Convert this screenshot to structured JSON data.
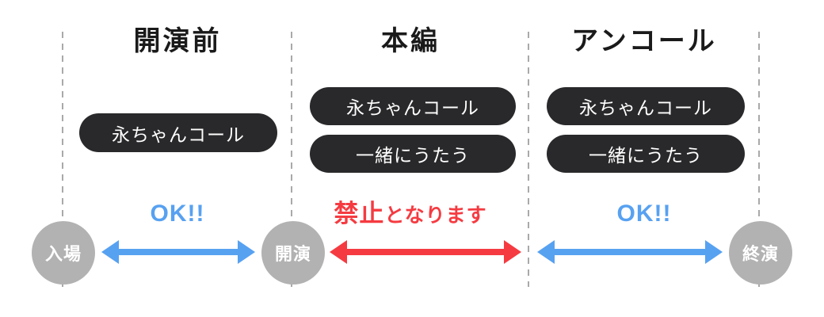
{
  "diagram": {
    "sections": [
      {
        "title": "開演前",
        "badges": [
          "永ちゃんコール"
        ],
        "status": "OK!!"
      },
      {
        "title": "本編",
        "badges": [
          "永ちゃんコール",
          "一緒にうたう"
        ],
        "status_strong": "禁止",
        "status_suffix": "となります"
      },
      {
        "title": "アンコール",
        "badges": [
          "永ちゃんコール",
          "一緒にうたう"
        ],
        "status": "OK!!"
      }
    ],
    "timeline_nodes": [
      {
        "label": "入場"
      },
      {
        "label": "開演"
      },
      {
        "label": "終演"
      }
    ],
    "colors": {
      "ok_blue": "#57a1f1",
      "prohibited_red": "#f53b41",
      "badge_bg": "#29292b",
      "badge_text": "#ffffff",
      "node_bg": "#b2b2b2",
      "node_text": "#ffffff",
      "title_text": "#1a1a1a",
      "divider_gray": "#a9a9a9",
      "background": "#ffffff"
    }
  }
}
